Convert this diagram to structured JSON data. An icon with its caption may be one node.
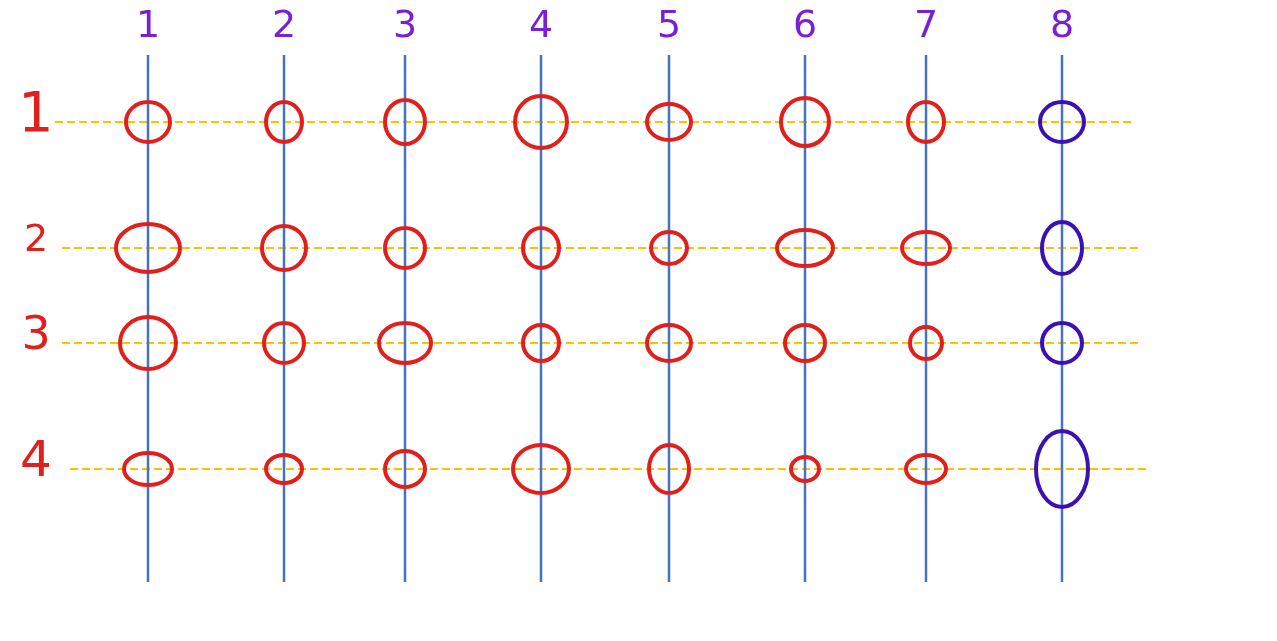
{
  "diagram": {
    "nodes": [
      {
        "text": [],
        "shape": "circle"
      },
      {
        "text": [],
        "shape": "circle"
      },
      {
        "text": [],
        "shape": "circle"
      },
      {
        "text": [],
        "shape": "circle"
      },
      {
        "text": [],
        "shape": "circle"
      },
      {
        "text": [],
        "shape": "circle"
      },
      {
        "text": [],
        "shape": "circle"
      },
      {
        "text": [],
        "shape": "circle"
      },
      {
        "text": [],
        "shape": "circle"
      },
      {
        "text": [],
        "shape": "circle"
      },
      {
        "text": [],
        "shape": "circle"
      },
      {
        "text": [],
        "shape": "circle"
      },
      {
        "text": [],
        "shape": "circle"
      },
      {
        "text": [],
        "shape": "circle"
      },
      {
        "text": [],
        "shape": "circle"
      },
      {
        "text": [],
        "shape": "circle"
      },
      {
        "text": [],
        "shape": "circle"
      },
      {
        "text": [],
        "shape": "circle"
      },
      {
        "text": [],
        "shape": "circle"
      },
      {
        "text": [],
        "shape": "circle"
      },
      {
        "text": [],
        "shape": "circle"
      },
      {
        "text": [],
        "shape": "circle"
      },
      {
        "text": [],
        "shape": "circle"
      },
      {
        "text": [],
        "shape": "circle"
      },
      {
        "text": [],
        "shape": "circle"
      },
      {
        "text": [],
        "shape": "circle"
      },
      {
        "text": [],
        "shape": "circle"
      },
      {
        "text": [],
        "shape": "circle"
      },
      {
        "text": [],
        "shape": "circle"
      },
      {
        "text": [],
        "shape": "circle"
      },
      {
        "text": [],
        "shape": "circle"
      },
      {
        "text": [],
        "shape": "circle"
      }
    ],
    "labels": [
      "1",
      "2",
      "3",
      "4",
      "5",
      "6",
      "7",
      "8",
      "1",
      "2",
      "3",
      "4"
    ]
  }
}
